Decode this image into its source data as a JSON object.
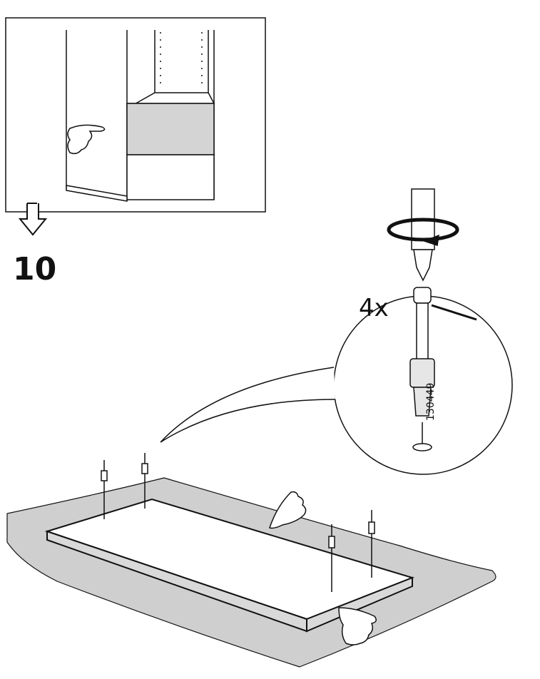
{
  "step": {
    "number": "10"
  },
  "part": {
    "quantity": "4x",
    "article_number": "130449"
  },
  "colors": {
    "ink": "#111111",
    "carpet": "#cfcfcf",
    "panel": "#d9d9d9"
  }
}
